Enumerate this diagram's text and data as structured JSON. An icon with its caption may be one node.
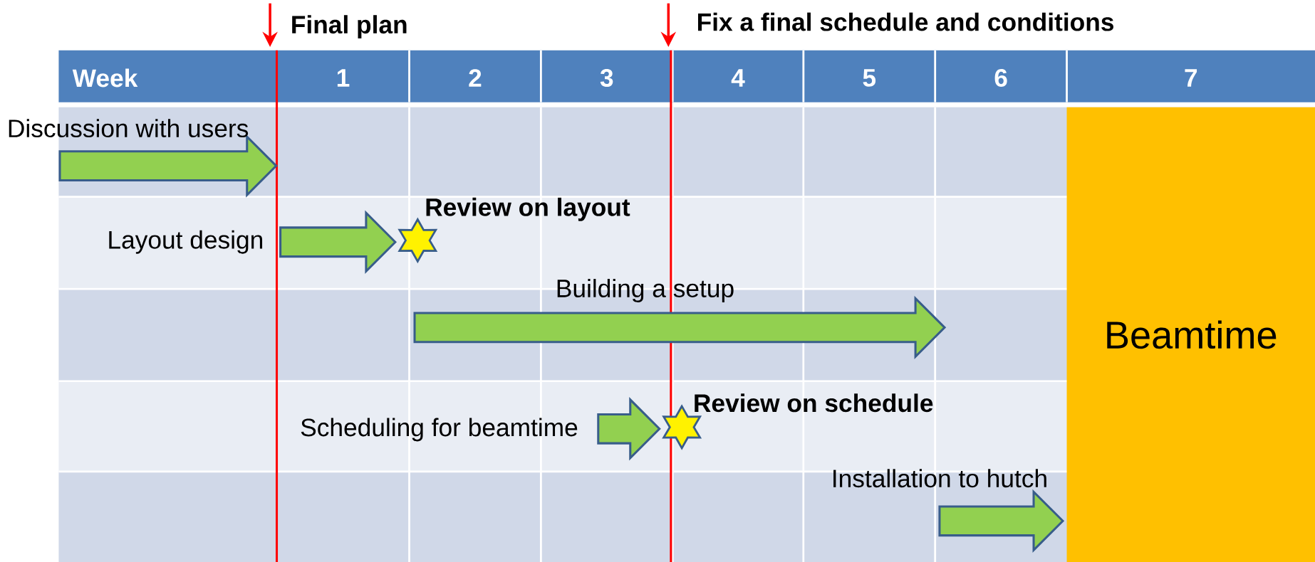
{
  "diagram": {
    "nodes": [
      {
        "text": [],
        "shape": "arrow",
        "beside": [
          "Discussion with users"
        ]
      },
      {
        "text": [],
        "shape": "arrow",
        "beside": [
          "Layout design"
        ]
      },
      {
        "text": [],
        "shape": "star",
        "beside": [
          "Review on layout"
        ]
      },
      {
        "text": [],
        "shape": "arrow",
        "beside": [
          "Building a setup"
        ]
      },
      {
        "text": [],
        "shape": "arrow",
        "beside": [
          "Scheduling for beamtime"
        ]
      },
      {
        "text": [],
        "shape": "star",
        "beside": [
          "Review on schedule"
        ]
      },
      {
        "text": [],
        "shape": "arrow",
        "beside": [
          "Installation to hutch"
        ]
      },
      {
        "text": [
          "Beamtime"
        ]
      }
    ],
    "labels": [
      "Final plan",
      "Fix a final schedule and conditions",
      "Week",
      "1",
      "2",
      "3",
      "4",
      "5",
      "6",
      "7"
    ]
  }
}
